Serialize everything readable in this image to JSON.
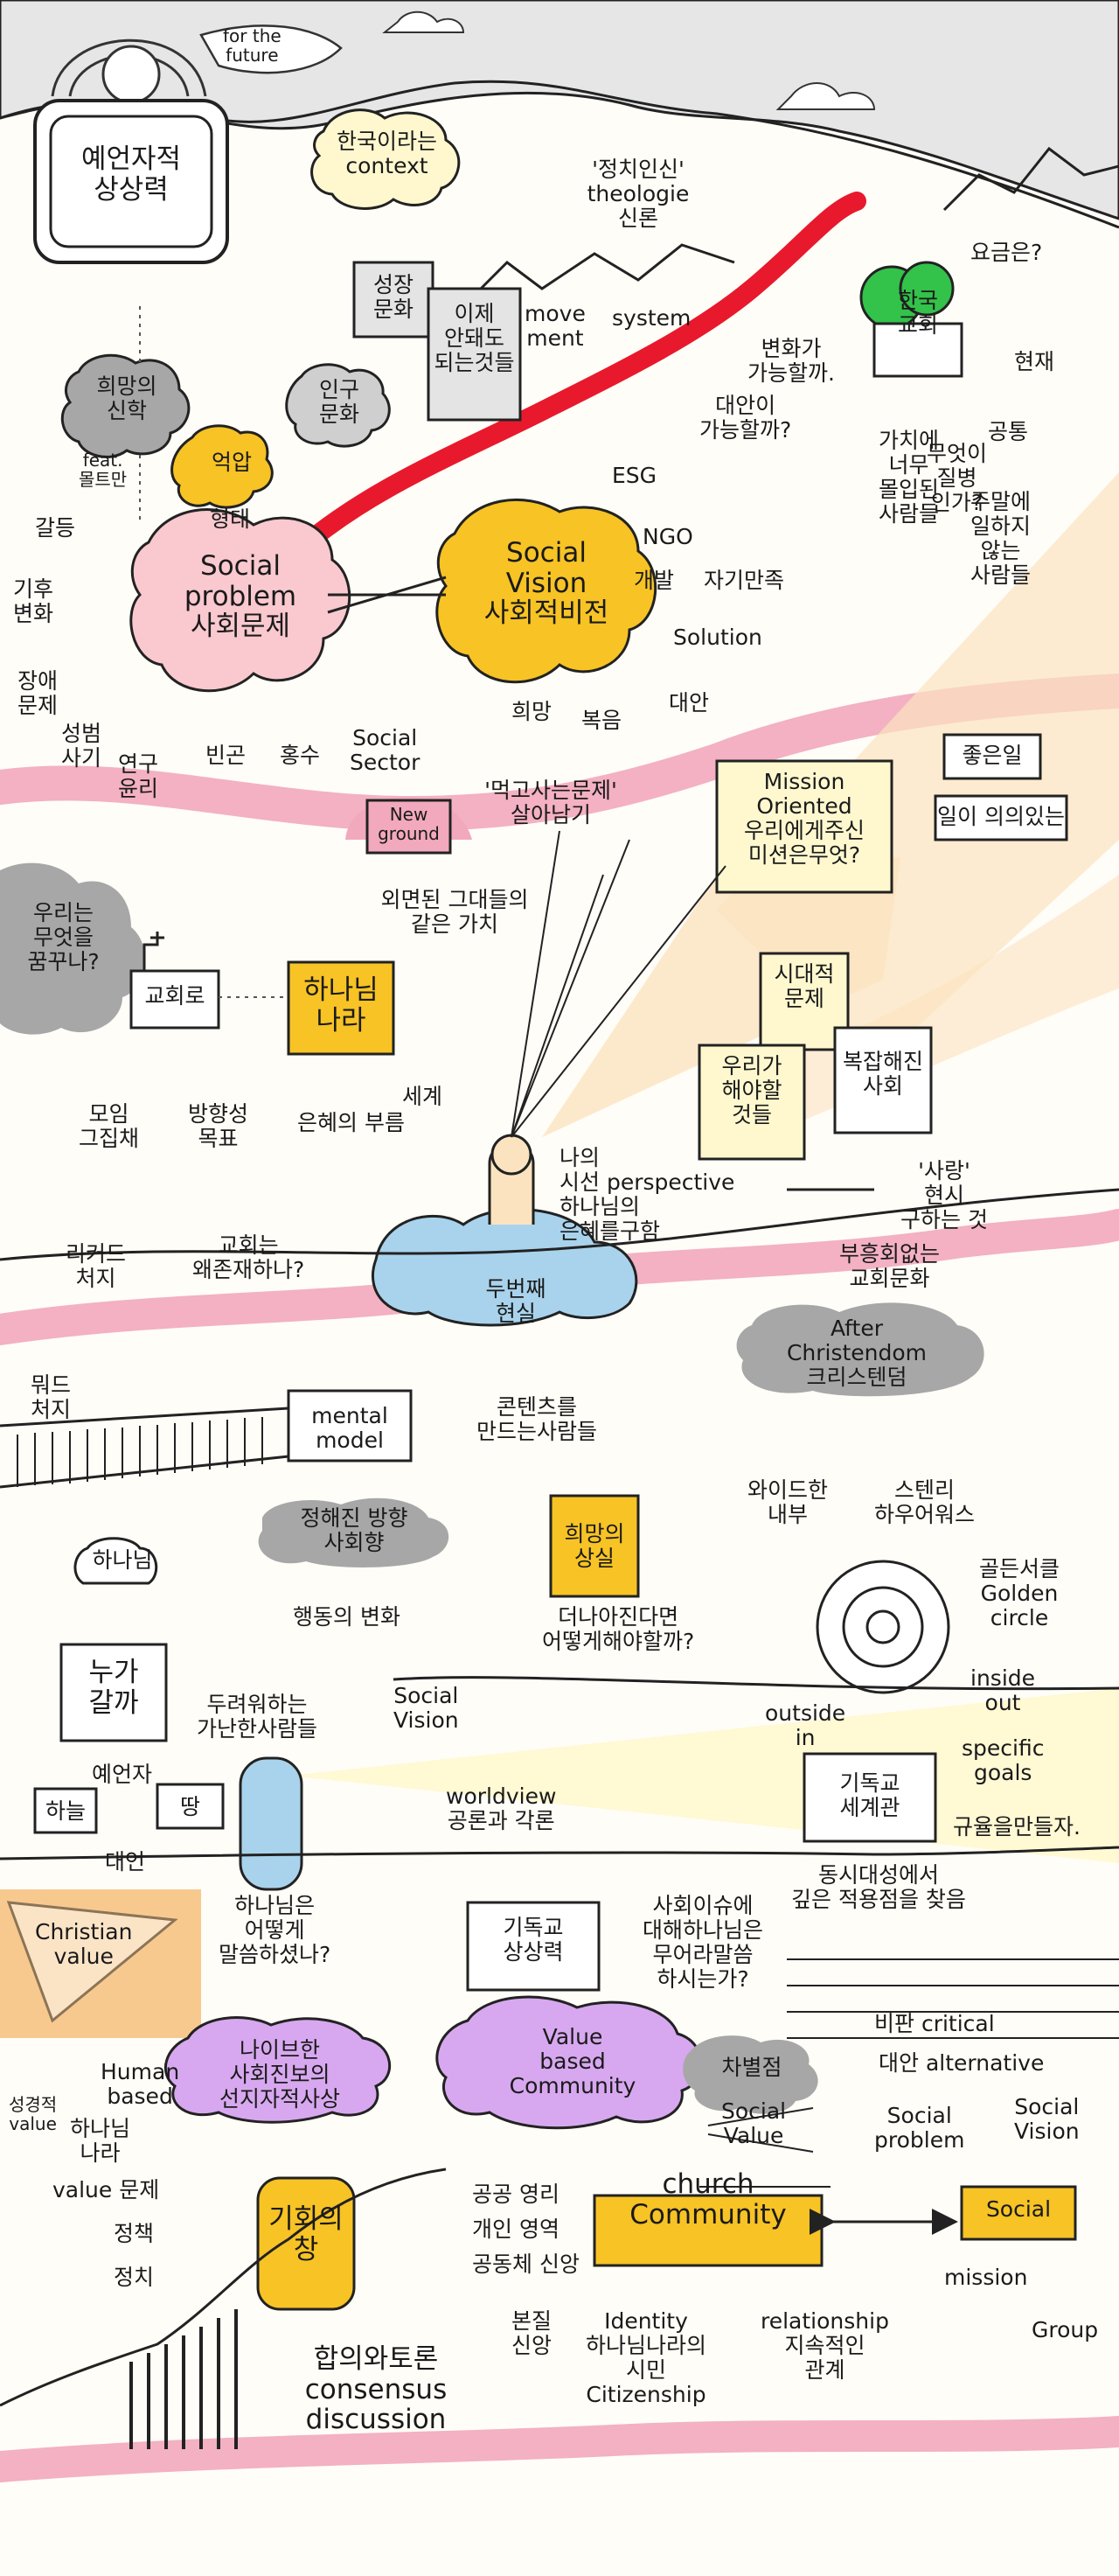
{
  "colors": {
    "sky": "#e6e6e6",
    "red_road": "#e8192c",
    "pink_band": "#f2a9bd",
    "yellow": "#f7c325",
    "pink": "#f9c9cf",
    "green": "#33c24a",
    "purple": "#d7a8ef",
    "gray_cloud": "#a7a7a7",
    "orange": "#f8c98e",
    "light_yellow": "#fff8cf",
    "light_blue": "#a9d3ec",
    "beige": "#fbe3bf"
  },
  "labels": {
    "for_the_future": "for the\nfuture",
    "prophetic_imagination": "예언자적\n상상력",
    "korea_context": "한국이라는\ncontext",
    "growth_culture": "성장\n문화",
    "population_culture": "인구\n문화",
    "things_no_longer_work": "이제\n안돼도\n되는것들",
    "political_theology": "'정치인신'\ntheologie\n신론",
    "movement": "move\nment",
    "system": "system",
    "hope_theology": "희망의\n신학",
    "feat_moltmann": "feat.\n몰트만",
    "oppression": "억압",
    "church_possible": "변화가\n가능할까.",
    "korea_church": "한국\n교회",
    "needed": "요금은?",
    "present": "현재",
    "common": "공통",
    "sunday_only": "주말에\n일하지\n않는\n사람들",
    "really_needed": "가치에\n너무\n몰입된\n사람들",
    "what_is_dead": "무엇이\n질병\n인가?",
    "conflict": "갈등",
    "type": "형태",
    "climate_crisis": "기후\n변화",
    "disability_issue": "장애\n문제",
    "sexual_abuse": "성범\n사기",
    "research_ethics": "연구\n윤리",
    "poverty": "빈곤",
    "flood": "홍수",
    "social_problem": "Social\nproblem\n사회문제",
    "social_sector": "Social\nSector",
    "esg": "ESG",
    "alternative_possible": "대안이\n가능할까?",
    "ngo": "NGO",
    "development": "개발",
    "self_satisfaction": "자기만족",
    "solution": "Solution",
    "social_vision": "Social\nVision\n사회적비전",
    "hope": "희망",
    "welfare": "복음",
    "alternative": "대안",
    "hell_problem": "'먹고사는문제'\n살아남기",
    "new_ground": "New\nground",
    "excluded_bridge": "외면된 그대들의\n같은 가치",
    "mission_oriented": "Mission\nOriented\n우리에게주신\n미션은무엇?",
    "good_job": "좋은일",
    "job_unjust": "일이 의의있는",
    "era_problem": "시대적\n문제",
    "complex_society": "복잡해진\n사회",
    "we_must_believe": "우리가\n해야할\n것들",
    "what_we_dream": "우리는\n무엇을\n꿈꾸나?",
    "church": "교회로",
    "kingdom_of_god": "하나님\n나라",
    "gospel_call": "은혜의 부름",
    "world": "세계",
    "gathering": "모임\n그집채",
    "direction_goal": "방향성\n목표",
    "record_dispose": "리커드\n처지",
    "church_exists": "교회는\n왜존재하나?",
    "perspective": "나의\n시선  perspective\n하나님의\n은혜를구함",
    "love_realize": "'사랑'\n현시\n구하는 것",
    "dangerous_field": "두번째\n현실",
    "tradition_culture": "부흥회없는\n교회문화",
    "after_christendom": "After\nChristendom\n크리스텐덤",
    "weird_process": "뭐드\n처지",
    "mental_model": "mental\nmodel",
    "content_makers": "콘텐츠를\n만드는사람들",
    "ethics_path": "정해진 방향\n사회향",
    "behavior_change": "행동의 변화",
    "hope_loss": "희망의\n상실",
    "what_should_we_do": "더나아진다면\n어떻게해야할까?",
    "wide_bottom": "와이드한\n내부",
    "stem": "스텐리\n하우어워스",
    "golden_circle": "골든서클\nGolden\ncircle",
    "inside_out": "inside\nout",
    "outside_in": "outside\nin",
    "god": "하나님",
    "who_should_go": "누가\n갈까",
    "hard_ones": "두려워하는\n가난한사람들",
    "social_vision_2": "Social\nVision",
    "specific_goals": "specific\ngoals",
    "christian_worldview": "기독교\n세계관",
    "make_rule": "규율을만들자.",
    "prophet": "예언자",
    "earth": "땅",
    "heaven": "하늘",
    "generation": "대언",
    "worldview_weird": "worldview\n공론과 각론",
    "scripture_effect": "동시대성에서\n깊은 적용점을 찾음",
    "how_did_god_speak": "하나님은\n어떻게\n말씀하셨나?",
    "christian_value": "Christian\nvalue",
    "human_based": "Human\nbased",
    "sexual_value": "성경적\nvalue",
    "god_kingdom": "하나님\n나라",
    "christian_imagination": "기독교\n상상력",
    "society_issue": "사회이슈에\n대해하나님은\n무어라말씀\n하시는가?",
    "naive_progress": "나이브한\n사회진보의\n선지자적사상",
    "value_based_community": "Value\nbased\nCommunity",
    "diverse_points": "차별점",
    "critical": "비판 critical",
    "alt_alternative": "대안 alternative",
    "social_value": "Social\nValue",
    "social_problem_2": "Social\nproblem",
    "social_vision_3": "Social\nVision",
    "value_problem": "value 문제",
    "policy": "정책",
    "politics": "정치",
    "opportunity": "기회의\n창",
    "church_community": "church\nCommunity",
    "social_box": "Social",
    "mission": "mission",
    "group": "Group",
    "public_private": "공공  영리",
    "personal_faith": "개인  영역",
    "civic_faith": "공동체  신앙",
    "identity_faith": "본질\n신앙",
    "identity": "Identity\n하나님나라의\n시민\nCitizenship",
    "relationship": "relationship\n지속적인\n관계",
    "consensus": "합의와토론\nconsensus\ndiscussion"
  }
}
